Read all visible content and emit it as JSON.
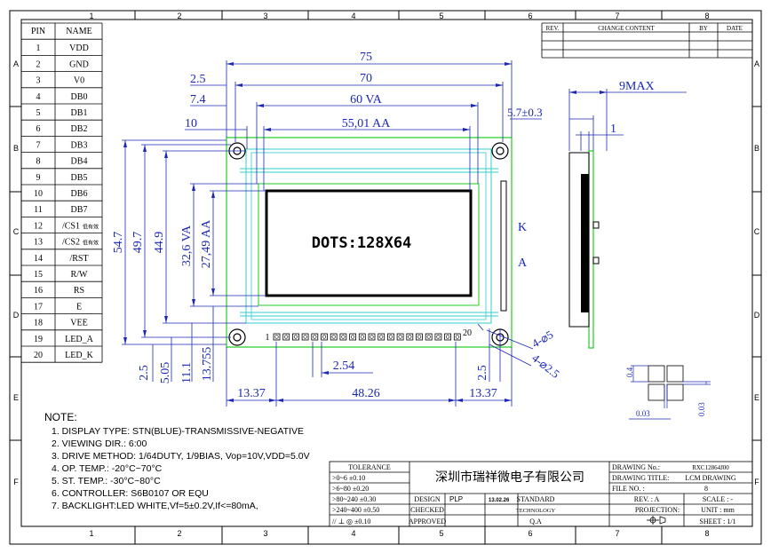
{
  "frame": {
    "col_labels": [
      "1",
      "2",
      "3",
      "4",
      "5",
      "6",
      "7",
      "8"
    ],
    "col_labels_bottom": [
      "1",
      "2",
      "3",
      "4",
      "5",
      "6",
      "7",
      "8"
    ],
    "row_labels": [
      "A",
      "B",
      "C",
      "D",
      "E",
      "F"
    ]
  },
  "pin_table": {
    "header": {
      "pin": "PIN",
      "name": "NAME"
    },
    "rows": [
      {
        "pin": "1",
        "name": "VDD",
        "note": ""
      },
      {
        "pin": "2",
        "name": "GND",
        "note": ""
      },
      {
        "pin": "3",
        "name": "V0",
        "note": ""
      },
      {
        "pin": "4",
        "name": "DB0",
        "note": ""
      },
      {
        "pin": "5",
        "name": "DB1",
        "note": ""
      },
      {
        "pin": "6",
        "name": "DB2",
        "note": ""
      },
      {
        "pin": "7",
        "name": "DB3",
        "note": ""
      },
      {
        "pin": "8",
        "name": "DB4",
        "note": ""
      },
      {
        "pin": "9",
        "name": "DB5",
        "note": ""
      },
      {
        "pin": "10",
        "name": "DB6",
        "note": ""
      },
      {
        "pin": "11",
        "name": "DB7",
        "note": ""
      },
      {
        "pin": "12",
        "name": "/CS1",
        "note": "低有效"
      },
      {
        "pin": "13",
        "name": "/CS2",
        "note": "低有效"
      },
      {
        "pin": "14",
        "name": "/RST",
        "note": ""
      },
      {
        "pin": "15",
        "name": "R/W",
        "note": ""
      },
      {
        "pin": "16",
        "name": "RS",
        "note": ""
      },
      {
        "pin": "17",
        "name": "E",
        "note": ""
      },
      {
        "pin": "18",
        "name": "VEE",
        "note": ""
      },
      {
        "pin": "19",
        "name": "LED_A",
        "note": ""
      },
      {
        "pin": "20",
        "name": "LED_K",
        "note": ""
      }
    ]
  },
  "revision_table": {
    "headers": [
      "REV.",
      "CHANGE CONTENT",
      "BY",
      "DATE"
    ]
  },
  "dimensions": {
    "outline_w": "75",
    "pcb_hole": "70",
    "va_w": "60 VA",
    "aa_w": "55,01 AA",
    "left_2_5": "2.5",
    "left_7_4": "7.4",
    "left_10": "10",
    "outline_h": "54.7",
    "hole_h": "49.7",
    "bezel_h": "44.9",
    "va_h": "32,6 VA",
    "aa_h": "27,49 AA",
    "bot_2_5": "2.5",
    "bot_5_05": "5.05",
    "bot_11_1": "11.1",
    "bot_13_755": "13.755",
    "pin_pitch": "2.54",
    "pin_span": "48.26",
    "pin_left": "13.37",
    "pin_right": "13.37",
    "pin_right_2_5": "2.5",
    "thickness": "9MAX",
    "side_5_7": "5.7±0.3",
    "side_1": "1",
    "hole_d5": "4-⌀5",
    "hole_d2_5": "4-⌀2.5",
    "dot_0_4": "0.4",
    "dot_0_03_h": "0.03",
    "dot_0_03_v": "0.03"
  },
  "display": {
    "dots_text": "DOTS:128X64",
    "pin1_label": "1",
    "pin20_label": "20",
    "k_label": "K",
    "a_label": "A"
  },
  "notes": {
    "title": "NOTE:",
    "items": [
      "1. DISPLAY TYPE: STN(BLUE)-TRANSMISSIVE-NEGATIVE",
      "2. VIEWING DIR.: 6:00",
      "3. DRIVE METHOD: 1/64DUTY, 1/9BIAS, Vop=10V,VDD=5.0V",
      "4. OP. TEMP.: -20°C~70°C",
      "5. ST. TEMP.: -30°C~80°C",
      "6. CONTROLLER: S6B0107 OR EQU",
      "7.   BACKLIGHT:LED WHITE,Vf=5±0.2V,If<=80mA,"
    ]
  },
  "title_block": {
    "tolerance_title": "TOLERANCE",
    "tol_rows": [
      ">0~6 ±0.10",
      ">6~80 ±0.20",
      ">80~240 ±0.30",
      ">240~400 ±0.50",
      "// ⊥ ◎ ±0.10"
    ],
    "company": "深圳市瑞祥微电子有限公司",
    "design_label": "DESIGN",
    "design_value": "PLP",
    "date_value": "13.02.26",
    "checked_label": "CHECKED",
    "approved_label": "APPROVED",
    "standard_label": "STANDARD",
    "technology_label": "TECHNOLOGY",
    "qa_label": "Q.A",
    "drawing_no_label": "DRAWING No.:",
    "drawing_no_value": "RXC12864J00",
    "drawing_title_label": "DRAWING TITLE:",
    "drawing_title_value": "LCM DRAWING",
    "file_no_label": "FILE NO. :",
    "file_no_value": "8",
    "rev_label": "REV. : A",
    "scale_label": "SCALE : -",
    "projection_label": "PROJECTION:",
    "unit_label": "UNIT : mm",
    "sheet_label": "SHEET : 1/1"
  },
  "colors": {
    "blue": "#1a28b4",
    "green": "#22cc22",
    "cyan": "#33cccc",
    "black": "#000000"
  }
}
